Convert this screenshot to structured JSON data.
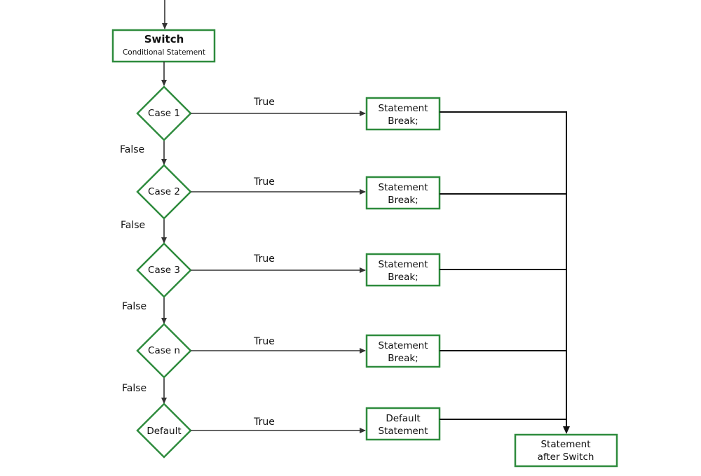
{
  "colors": {
    "accent": "#2e8b3d",
    "line": "#333333"
  },
  "switch": {
    "title": "Switch",
    "subtitle": "Conditional Statement"
  },
  "cases": [
    {
      "label": "Case 1",
      "true_label": "True",
      "false_label": "False",
      "statement": [
        "Statement",
        "Break;"
      ]
    },
    {
      "label": "Case 2",
      "true_label": "True",
      "false_label": "False",
      "statement": [
        "Statement",
        "Break;"
      ]
    },
    {
      "label": "Case 3",
      "true_label": "True",
      "false_label": "False",
      "statement": [
        "Statement",
        "Break;"
      ]
    },
    {
      "label": "Case n",
      "true_label": "True",
      "false_label": "False",
      "statement": [
        "Statement",
        "Break;"
      ]
    },
    {
      "label": "Default",
      "true_label": "True",
      "statement": [
        "Default",
        "Statement"
      ]
    }
  ],
  "after": [
    "Statement",
    "after Switch"
  ]
}
